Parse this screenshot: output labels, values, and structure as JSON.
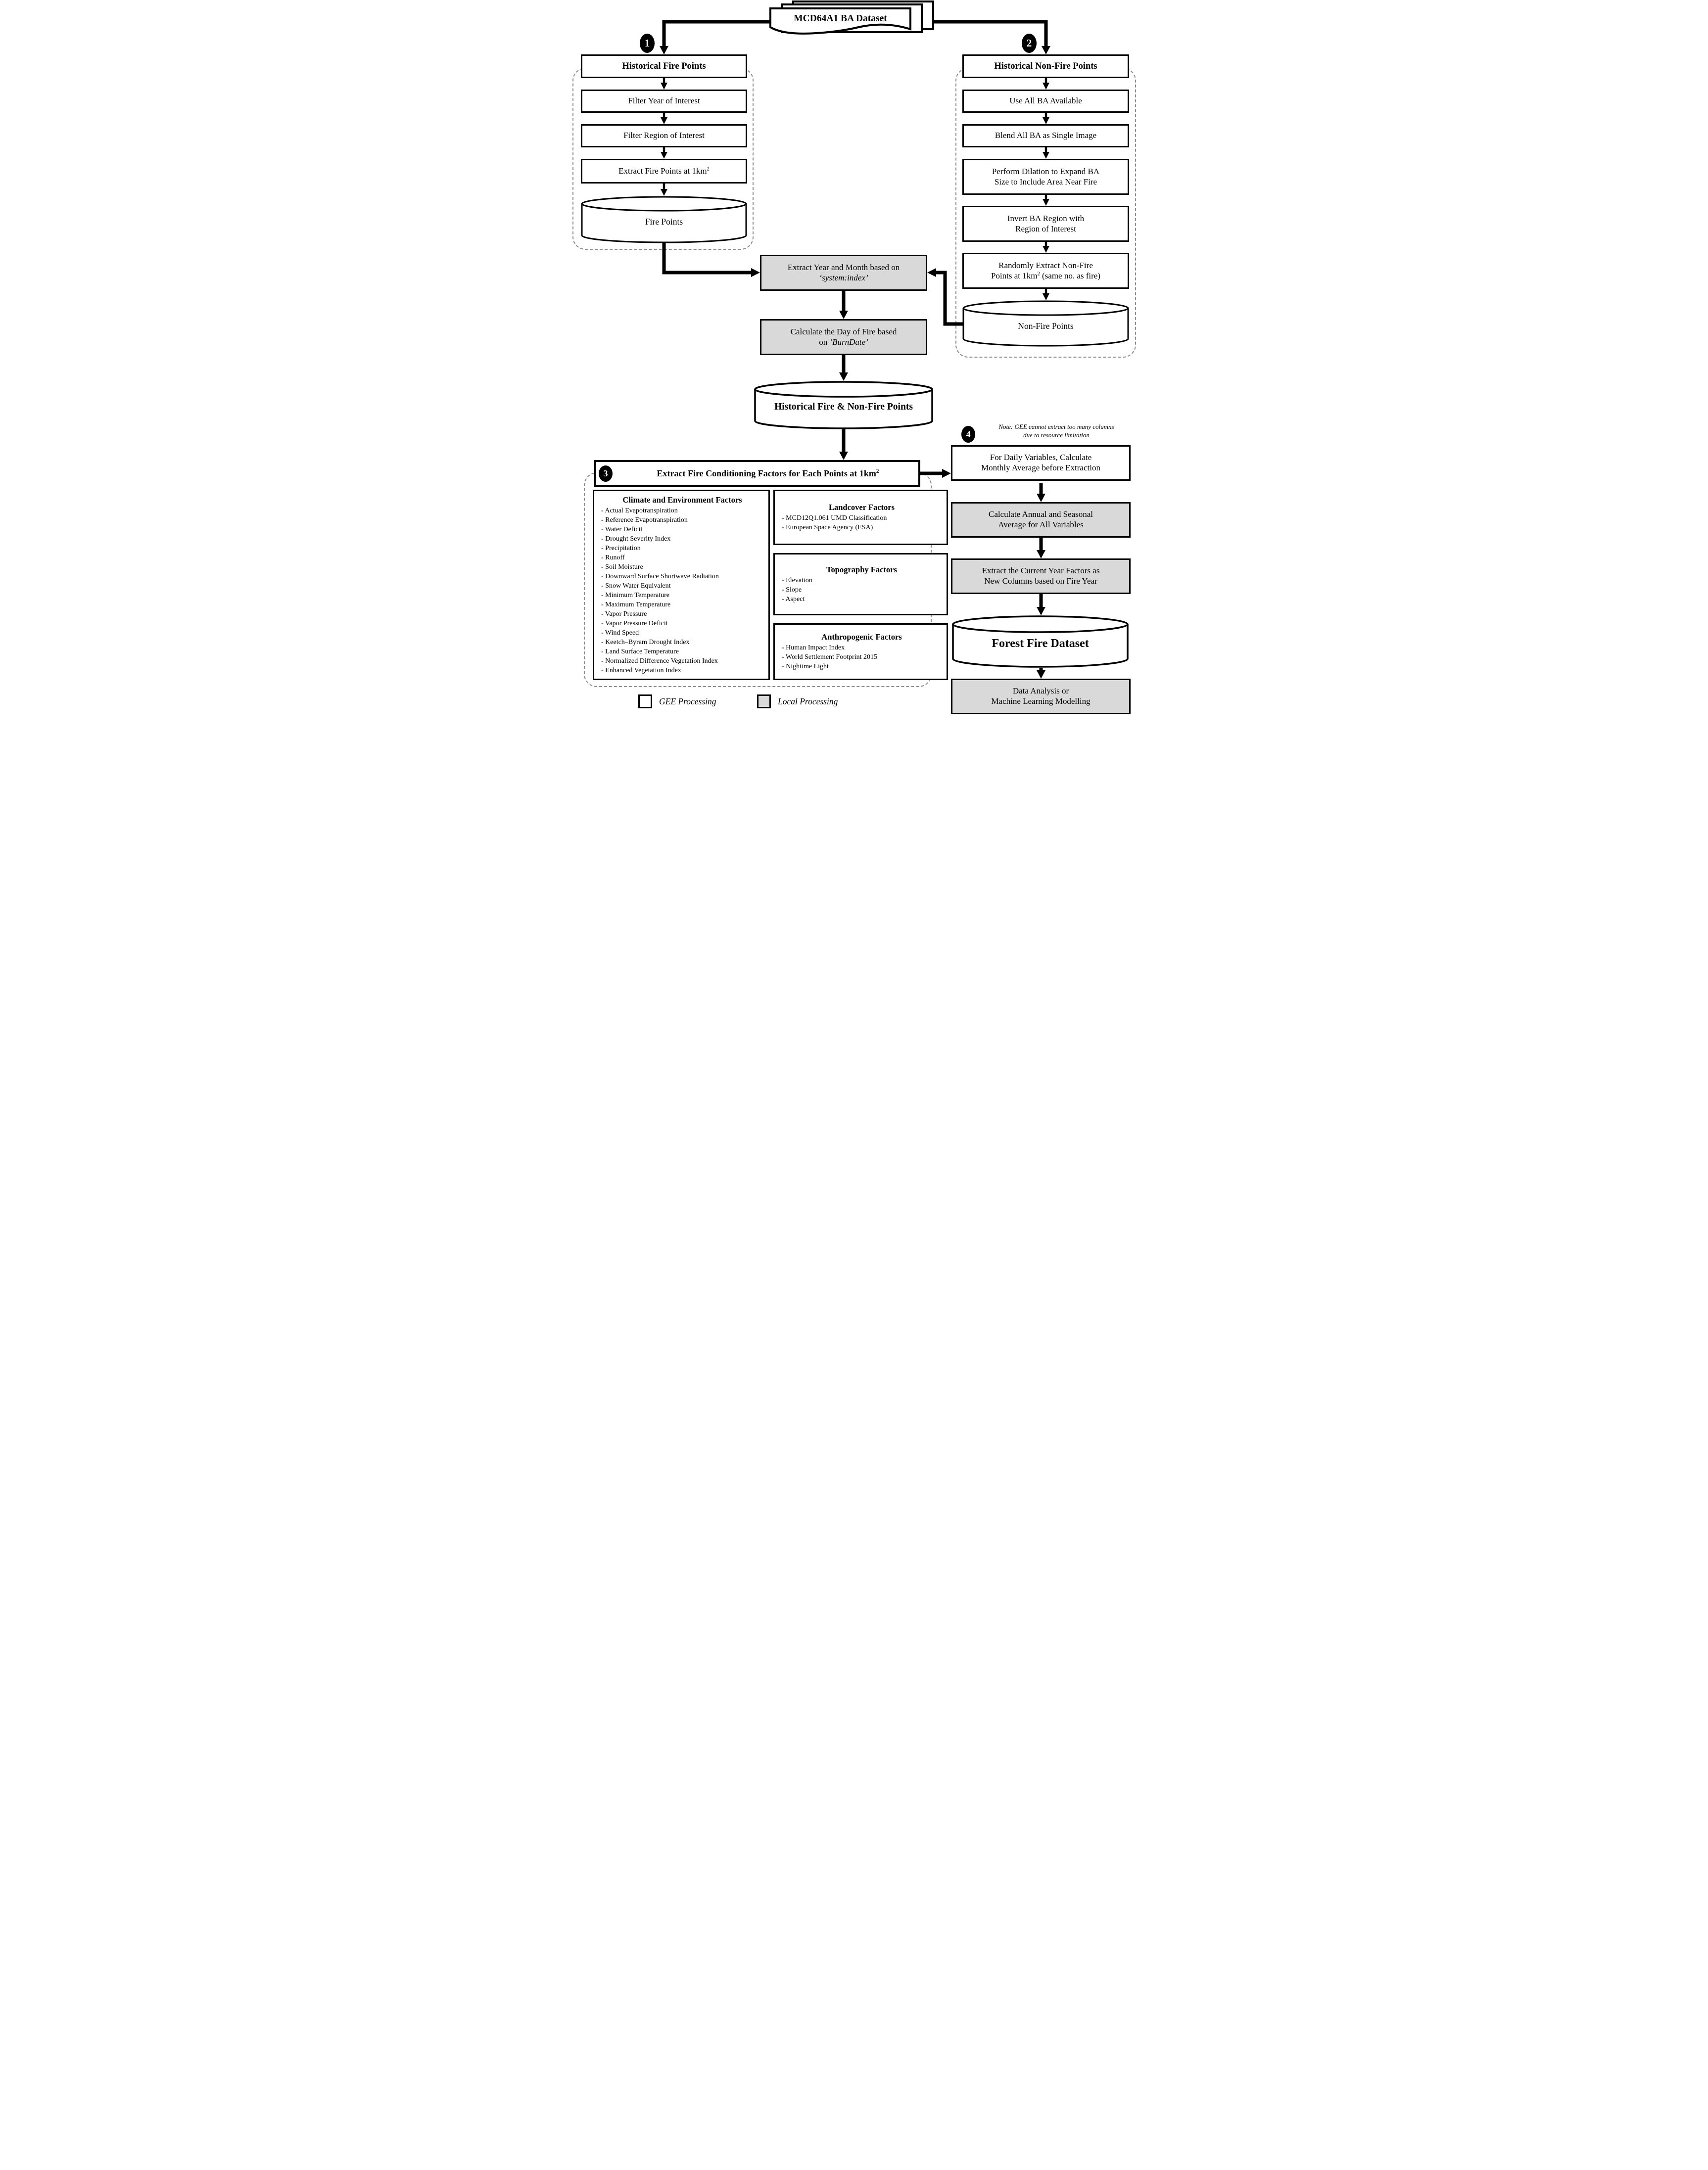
{
  "source_doc": {
    "title": "MCD64A1 BA Dataset"
  },
  "badges": {
    "one": "1",
    "two": "2",
    "three": "3",
    "four": "4"
  },
  "section1": {
    "header": "Historical Fire Points",
    "step1": "Filter Year of Interest",
    "step2": "Filter Region of Interest",
    "step3_pre": "Extract Fire Points at 1km",
    "step3_sup": "2",
    "datastore": "Fire Points"
  },
  "section2": {
    "header": "Historical Non-Fire Points",
    "step1": "Use All BA Available",
    "step2": "Blend All BA as Single Image",
    "step3_line1": "Perform Dilation to Expand BA",
    "step3_line2": "Size to Include Area Near Fire",
    "step4_line1": "Invert BA Region with",
    "step4_line2": "Region of Interest",
    "step5_line1": "Randomly Extract Non-Fire",
    "step5_line2_pre": "Points at 1km",
    "step5_sup": "2",
    "step5_line2_post": " (same no. as fire)",
    "datastore": "Non-Fire Points"
  },
  "middle": {
    "extract_line1": "Extract Year and Month based on",
    "extract_line2_italic": "‘system:index’",
    "calc_line1": "Calculate the Day of Fire based",
    "calc_line2_pre": "on ",
    "calc_line2_italic": "‘BurnDate’",
    "datastore": "Historical Fire & Non-Fire Points"
  },
  "section3": {
    "header_pre": "Extract Fire Conditioning Factors for Each Points at 1km",
    "header_sup": "2",
    "climate": {
      "title": "Climate and Environment Factors",
      "items": [
        "- Actual Evapotranspiration",
        "- Reference Evapotranspiration",
        "- Water Deficit",
        "- Drought Severity Index",
        "- Precipitation",
        "- Runoff",
        "- Soil Moisture",
        "- Downward Surface Shortwave Radiation",
        "- Snow Water Equivalent",
        "- Minimum Temperature",
        "- Maximum Temperature",
        "- Vapor Pressure",
        "- Vapor Pressure Deficit",
        "- Wind Speed",
        "- Keetch–Byram Drought Index",
        "- Land Surface Temperature",
        "- Normalized Difference Vegetation Index",
        "- Enhanced Vegetation Index"
      ]
    },
    "landcover": {
      "title": "Landcover Factors",
      "items": [
        "- MCD12Q1.061 UMD Classification",
        "- European Space Agency (ESA)"
      ]
    },
    "topography": {
      "title": "Topography Factors",
      "items": [
        "- Elevation",
        "- Slope",
        "- Aspect"
      ]
    },
    "anthropogenic": {
      "title": "Anthropogenic Factors",
      "items": [
        "- Human Impact Index",
        "- World Settlement Footprint 2015",
        "- Nightime Light"
      ]
    }
  },
  "section4": {
    "note_line1": "Note: GEE cannot extract too many columns",
    "note_line2": "due to resource limitation",
    "step1_line1": "For Daily Variables, Calculate",
    "step1_line2": "Monthly Average before Extraction",
    "step2_line1": "Calculate Annual and Seasonal",
    "step2_line2": "Average for All Variables",
    "step3_line1": "Extract the Current Year Factors as",
    "step3_line2": "New Columns based on Fire Year",
    "datastore": "Forest Fire Dataset",
    "step4_line1": "Data Analysis or",
    "step4_line2": "Machine Learning Modelling"
  },
  "legend": {
    "gee": "GEE Processing",
    "local": "Local Processing"
  },
  "colors": {
    "local_fill": "#d9d9d9",
    "gee_fill": "#ffffff",
    "line": "#000000",
    "dashed_border": "#8c8c8c"
  }
}
